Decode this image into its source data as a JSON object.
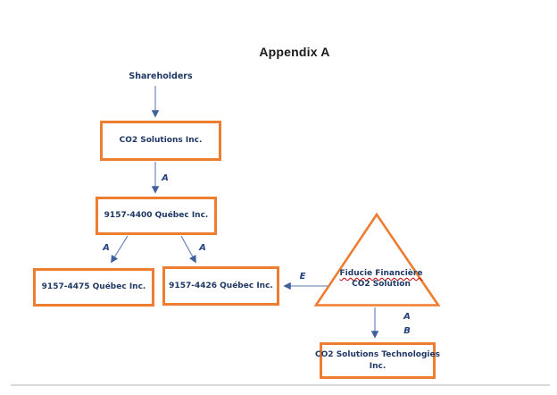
{
  "page": {
    "title": "Appendix A"
  },
  "diagram": {
    "shareholders_label": "Shareholders",
    "nodes": [
      {
        "label": "CO2 Solutions Inc."
      },
      {
        "label": "9157-4400 Québec Inc."
      },
      {
        "label": "9157-4475 Québec Inc."
      },
      {
        "label": "9157-4426 Québec Inc."
      },
      {
        "label_line1": "CO2 Solutions Technologies",
        "label_line2": "Inc."
      }
    ],
    "trust": {
      "name_line1": "Fiducie Financière",
      "name_line2": "CO2 Solution"
    },
    "edge_labels": {
      "parent_to_4400": "A",
      "to_4475": "A",
      "to_4426": "A",
      "trust_to_4426": "E",
      "trust_to_tech_a": "A",
      "trust_to_tech_b": "B"
    }
  },
  "colors": {
    "accent-orange": "#ED7D31",
    "ink-navy": "#1F3864",
    "connector-blue": "#7B8FC1",
    "arrowhead-blue": "#41619E",
    "squiggle-red": "#C00000",
    "divider-gray": "#D9D9D9",
    "title-black": "#1A1A1A"
  }
}
